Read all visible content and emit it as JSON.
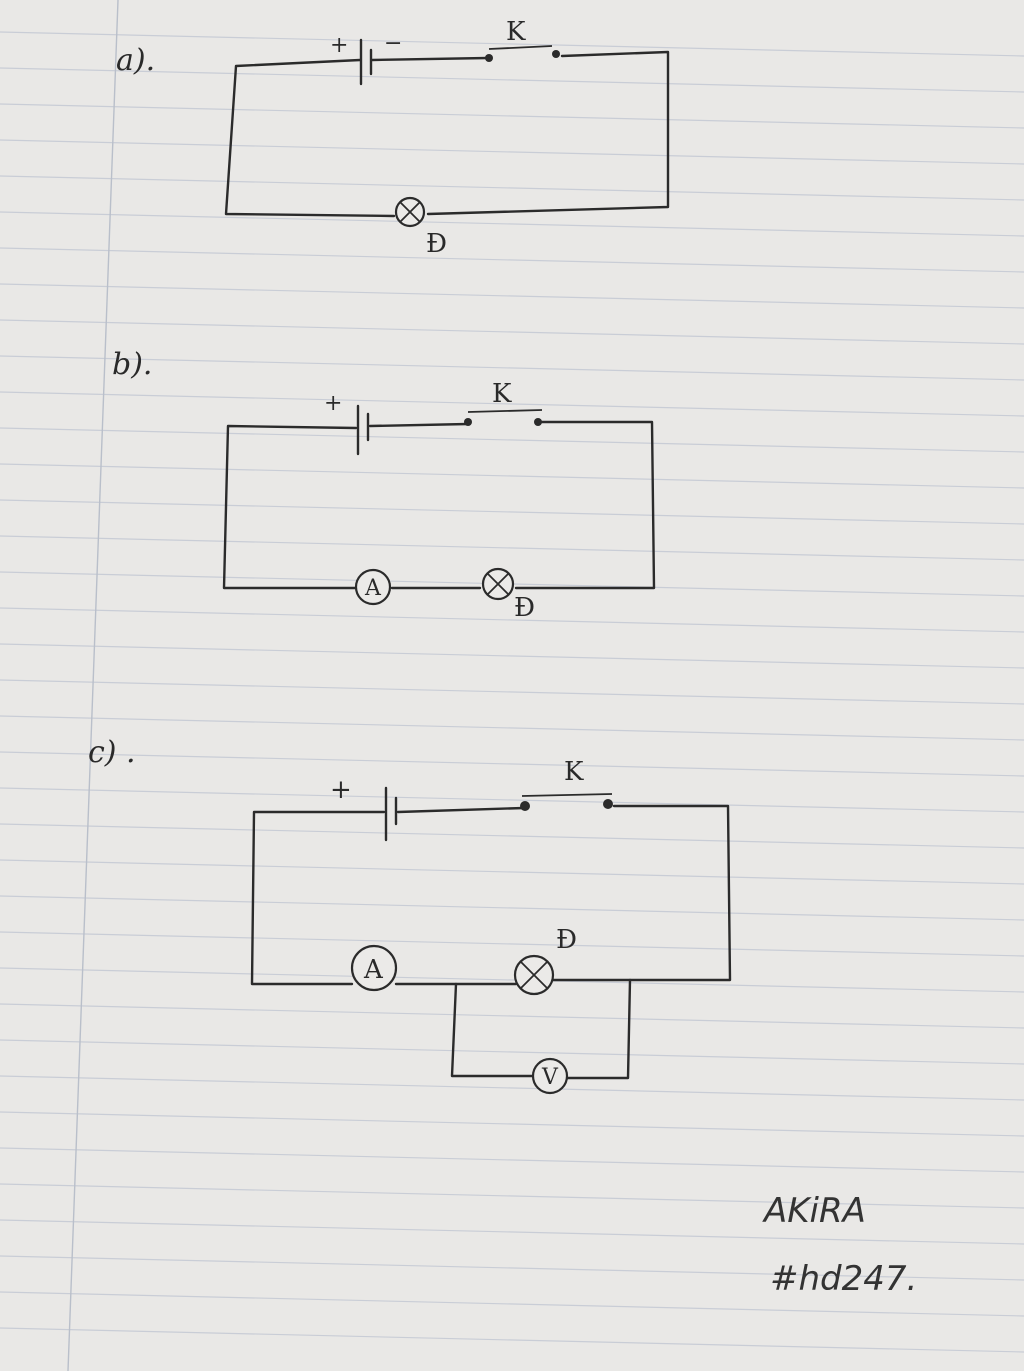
{
  "labels": {
    "part_a": "a).",
    "part_b": "b).",
    "part_c": "c) .",
    "switch": "K",
    "lamp": "Đ",
    "ammeter": "A",
    "voltmeter": "V",
    "plus": "+",
    "minus": "−"
  },
  "signature": {
    "name": "AKiRA",
    "tag": "#hd247."
  }
}
